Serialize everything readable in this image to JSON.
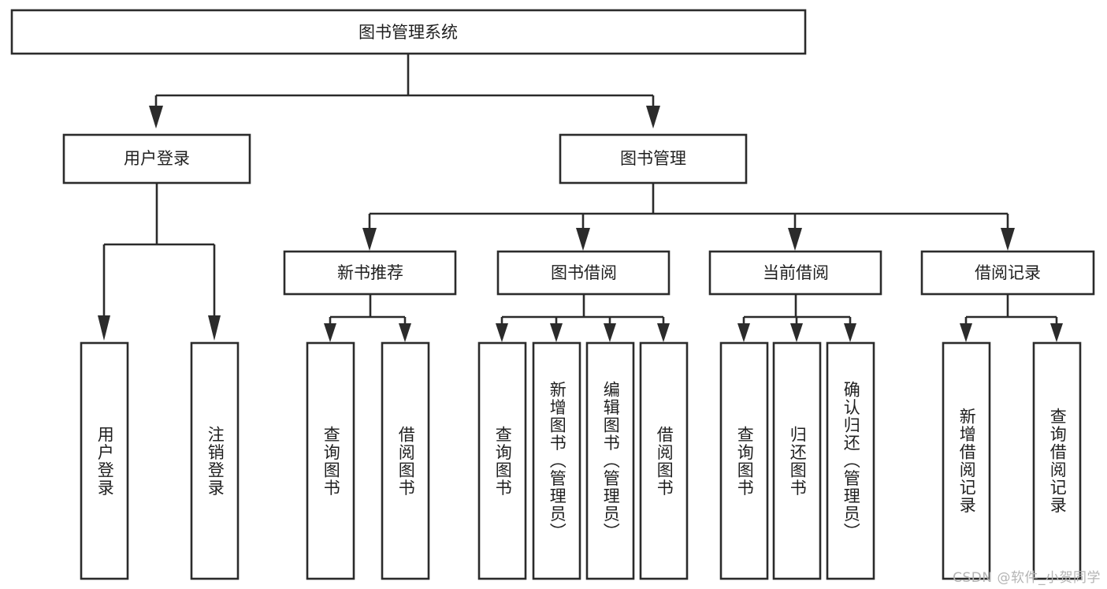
{
  "diagram": {
    "type": "tree",
    "title": "图书管理系统",
    "orientation": "top-down",
    "colors": {
      "box_stroke": "#2b2b2b",
      "box_fill": "#ffffff",
      "connector": "#2b2b2b",
      "text": "#1f1f1f",
      "watermark": "#b4b4b4",
      "background": "#ffffff"
    },
    "root": {
      "label": "图书管理系统"
    },
    "level2": [
      {
        "id": "user-login",
        "label": "用户登录"
      },
      {
        "id": "book-manage",
        "label": "图书管理"
      }
    ],
    "level3": [
      {
        "id": "new-book-recommend",
        "label": "新书推荐",
        "parent": "book-manage"
      },
      {
        "id": "book-borrow",
        "label": "图书借阅",
        "parent": "book-manage"
      },
      {
        "id": "current-borrow",
        "label": "当前借阅",
        "parent": "book-manage"
      },
      {
        "id": "borrow-record",
        "label": "借阅记录",
        "parent": "book-manage"
      }
    ],
    "leaves": {
      "user-login": [
        {
          "id": "leaf-user-login",
          "label": "用户登录"
        },
        {
          "id": "leaf-user-logout",
          "label": "注销登录"
        }
      ],
      "new-book-recommend": [
        {
          "id": "leaf-query-book-1",
          "label": "查询图书"
        },
        {
          "id": "leaf-borrow-book-1",
          "label": "借阅图书"
        }
      ],
      "book-borrow": [
        {
          "id": "leaf-query-book-2",
          "label": "查询图书"
        },
        {
          "id": "leaf-add-book",
          "label": "新增图书（管理员）"
        },
        {
          "id": "leaf-edit-book",
          "label": "编辑图书（管理员）"
        },
        {
          "id": "leaf-borrow-book-2",
          "label": "借阅图书"
        }
      ],
      "current-borrow": [
        {
          "id": "leaf-query-book-3",
          "label": "查询图书"
        },
        {
          "id": "leaf-return-book",
          "label": "归还图书"
        },
        {
          "id": "leaf-confirm-return",
          "label": "确认归还（管理员）"
        }
      ],
      "borrow-record": [
        {
          "id": "leaf-add-record",
          "label": "新增借阅记录"
        },
        {
          "id": "leaf-query-record",
          "label": "查询借阅记录"
        }
      ]
    }
  },
  "watermark": {
    "text": "CSDN @软件_小贺同学"
  }
}
